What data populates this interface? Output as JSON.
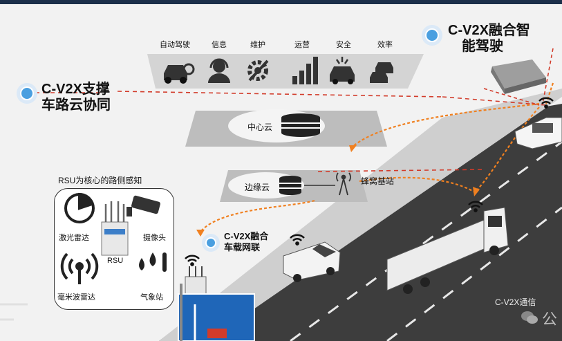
{
  "top_services": {
    "items": [
      {
        "label": "自动驾驶",
        "icon": "autonomous-car-icon"
      },
      {
        "label": "信息",
        "icon": "headset-person-icon"
      },
      {
        "label": "维护",
        "icon": "gear-wrench-icon"
      },
      {
        "label": "运营",
        "icon": "bar-chart-icon"
      },
      {
        "label": "安全",
        "icon": "car-crash-icon"
      },
      {
        "label": "效率",
        "icon": "traffic-cars-icon"
      }
    ]
  },
  "headings": {
    "v2x_support_line1": "C-V2X支撑",
    "v2x_support_line2": "车路云协同",
    "v2x_fusion_line1": "C-V2X融合智",
    "v2x_fusion_line2": "能驾驶",
    "v2x_vehicle_line1": "C-V2X融合",
    "v2x_vehicle_line2": "车载网联"
  },
  "layers": {
    "center_cloud": "中心云",
    "edge_cloud": "边缘云",
    "base_station": "蜂窝基站"
  },
  "rsu_panel": {
    "title": "RSU为核心的路侧感知",
    "lidar": "激光雷达",
    "camera": "摄像头",
    "rsu": "RSU",
    "mmwave": "毫米波雷达",
    "weather": "气象站"
  },
  "footer": {
    "comm_label": "C-V2X通信",
    "watermark": "公"
  },
  "colors": {
    "accent": "#4a9fe0",
    "road": "#3a3a3a",
    "arrow": "#f08020",
    "dash": "#d23b2a"
  }
}
